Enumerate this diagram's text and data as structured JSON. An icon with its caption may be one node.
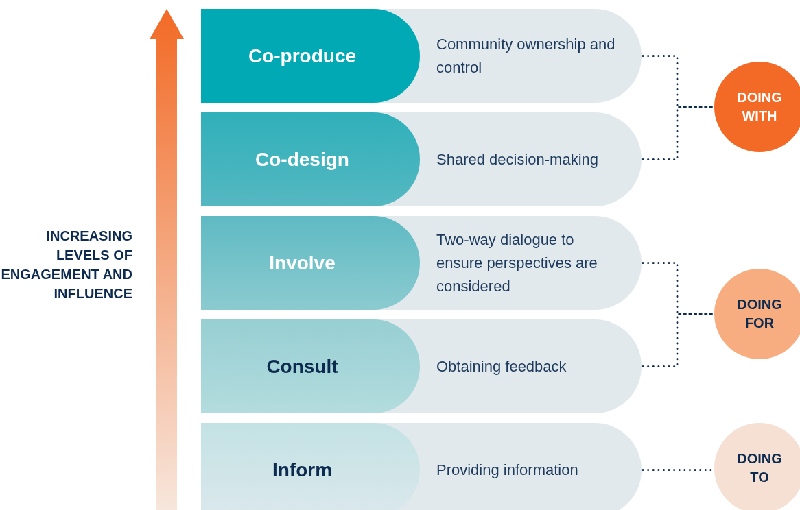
{
  "diagram": {
    "nodes": [
      {
        "text": [
          "Co-produce",
          "Community ownership and control"
        ]
      },
      {
        "text": [
          "Co-design",
          "Shared decision-making"
        ]
      },
      {
        "text": [
          "Involve",
          "Two-way dialogue to ensure perspectives are considered"
        ]
      },
      {
        "text": [
          "Consult",
          "Obtaining feedback"
        ]
      },
      {
        "text": [
          "Inform",
          "Providing information"
        ]
      },
      {
        "text": [
          "DOING WITH"
        ]
      },
      {
        "text": [
          "DOING FOR"
        ]
      },
      {
        "text": [
          "DOING TO"
        ]
      }
    ],
    "edges": [
      {
        "from": 0,
        "to": 5,
        "arrow": "none"
      },
      {
        "from": 1,
        "to": 5,
        "arrow": "none"
      },
      {
        "from": 2,
        "to": 6,
        "arrow": "none"
      },
      {
        "from": 3,
        "to": 6,
        "arrow": "none"
      },
      {
        "from": 4,
        "to": 7,
        "arrow": "none"
      }
    ],
    "labels": [
      "INCREASING LEVELS OF ENGAGEMENT AND INFLUENCE"
    ]
  }
}
